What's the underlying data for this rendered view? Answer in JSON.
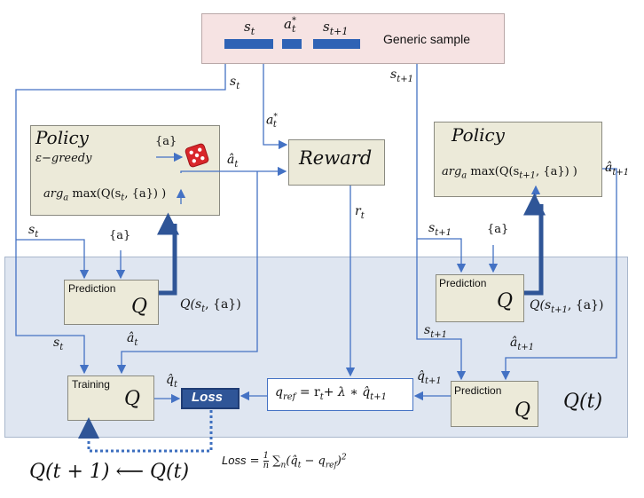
{
  "sample": {
    "s_t": "s",
    "s_t_sub": "t",
    "a_star": "a",
    "a_star_sub": "t",
    "a_star_sup": "*",
    "s_t1": "s",
    "s_t1_sub": "t+1",
    "label": "Generic sample"
  },
  "policy_left": {
    "title": "Policy",
    "strategy": "ε−greedy",
    "action_set": "{a}",
    "formula": "arg",
    "formula_sub": "a",
    "formula_rest": " max(Q(s",
    "formula_sub2": "t",
    "formula_end": ", {a}) )"
  },
  "policy_right": {
    "title": "Policy",
    "formula": "arg",
    "formula_sub": "a",
    "formula_rest": " max(Q(s",
    "formula_sub2": "t+1",
    "formula_end": ", {a}) )"
  },
  "reward": {
    "title": "Reward"
  },
  "pred_left": {
    "label": "Prediction",
    "q": "Q"
  },
  "pred_right": {
    "label": "Prediction",
    "q": "Q"
  },
  "pred_lower": {
    "label": "Prediction",
    "q": "Q"
  },
  "training": {
    "label": "Training",
    "q": "Q"
  },
  "loss": {
    "label": "Loss"
  },
  "qref": {
    "lhs": "q",
    "lhs_sub": "ref",
    "rhs": " = r",
    "rhs_sub": "t",
    "rhs_rest": "+ λ ∗ q̂",
    "rhs_sub2": "t+1"
  },
  "labels": {
    "s_t": "s",
    "t": "t",
    "s_t1": "s",
    "t1": "t+1",
    "a_set": "{a}",
    "a_hat": "â",
    "a_hat_sub": "t",
    "a_hat_sub2": "t+1",
    "r": "r",
    "r_sub": "t",
    "q_hat": "q̂",
    "q_hat_sub": "t",
    "q_hat_sub2": "t+1",
    "a_star": "a",
    "a_star_sub": "t",
    "a_star_sup": "*",
    "q_out_left": "Q(s",
    "q_out_left_sub": "t",
    "q_out_left_end": ", {a})",
    "q_out_right": "Q(s",
    "q_out_right_sub": "t+1",
    "q_out_right_end": ", {a})"
  },
  "region_label": "Q(t)",
  "update_label": "Q(t + 1) ⟵ Q(t)",
  "loss_formula": {
    "name": "Loss",
    "eq": " = ",
    "frac_num": "1",
    "frac_den": "n",
    "sum": " ∑",
    "sum_sub": "n",
    "body": "(q̂",
    "body_sub": "t",
    "body_mid": " − q",
    "body_sub2": "ref",
    "body_end": ")",
    "sup": "2"
  }
}
